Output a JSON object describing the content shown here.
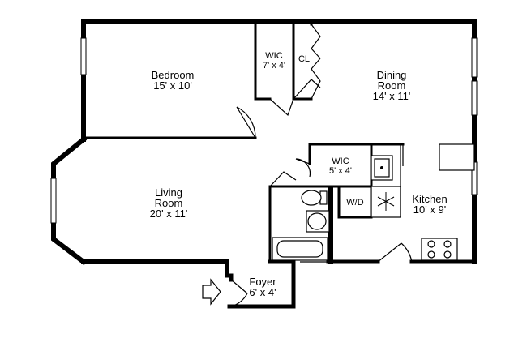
{
  "rooms": {
    "bedroom": {
      "name": "Bedroom",
      "size": "15' x 10'"
    },
    "wic_bedroom": {
      "name": "WIC",
      "size": "7' x 4'"
    },
    "closet": {
      "name": "CL"
    },
    "dining": {
      "name": "Dining",
      "name2": "Room",
      "size": "14' x 11'"
    },
    "living": {
      "name": "Living",
      "name2": "Room",
      "size": "20' x 11'"
    },
    "wic_hall": {
      "name": "WIC",
      "size": "5' x 4'"
    },
    "laundry": {
      "name": "W/D"
    },
    "kitchen": {
      "name": "Kitchen",
      "size": "10' x 9'"
    },
    "foyer": {
      "name": "Foyer",
      "size": "6' x 4'"
    }
  }
}
